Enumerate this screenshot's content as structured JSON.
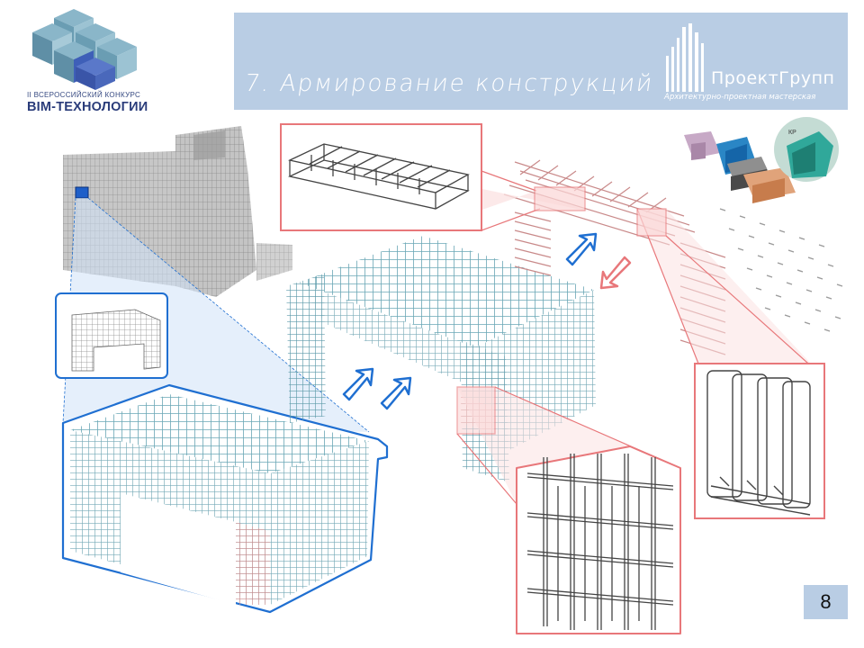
{
  "slide": {
    "title": "7. Армирование конструкций",
    "page_number": "8"
  },
  "contest_logo": {
    "line1": "II ВСЕРОССИЙСКИЙ КОНКУРС",
    "line2": "BIM-ТЕХНОЛОГИИ"
  },
  "firm_logo": {
    "name": "ПроектГрупп",
    "tagline": "Архитектурно-проектная мастерская"
  },
  "thumbnail_badge": {
    "label": "КР"
  },
  "colors": {
    "banner": "#b9cde4",
    "callout_red": "#e8777a",
    "callout_red_fill": "#fbe2e2",
    "callout_blue": "#1f6fd1",
    "callout_blue_fill": "#e3eefb",
    "rebar_teal": "#6aa7b5",
    "rebar_red": "#c98a8a"
  },
  "icons": [
    "arrow-up-right-icon",
    "arrow-down-left-icon",
    "contest-logo-cubes",
    "firm-logo-columns"
  ]
}
